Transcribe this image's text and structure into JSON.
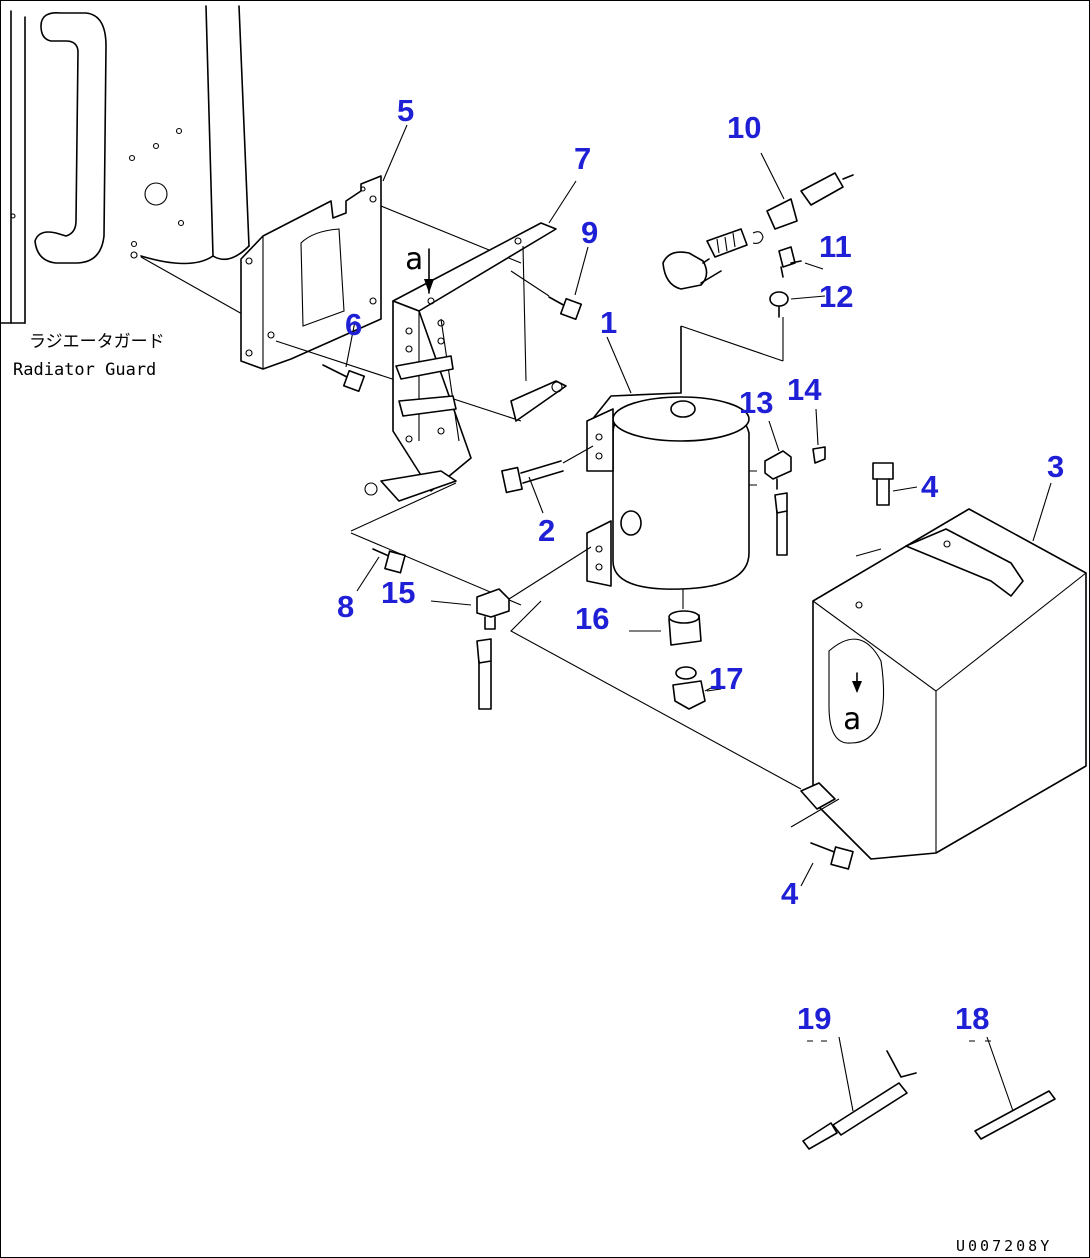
{
  "labels": {
    "guard_jp": "ラジエータガード",
    "guard_en": "Radiator Guard",
    "view_mark_top": "a",
    "view_mark_cover": "a",
    "drawing_code": "U007208Y"
  },
  "callouts": {
    "p1": "1",
    "p2": "2",
    "p3": "3",
    "p4a": "4",
    "p4b": "4",
    "p5": "5",
    "p6": "6",
    "p7": "7",
    "p8": "8",
    "p9": "9",
    "p10": "10",
    "p11": "11",
    "p12": "12",
    "p13": "13",
    "p14": "14",
    "p15": "15",
    "p16": "16",
    "p17": "17",
    "p18": "18",
    "p19": "19"
  },
  "colors": {
    "callout": "#1f1fd6",
    "lines": "#000000"
  }
}
